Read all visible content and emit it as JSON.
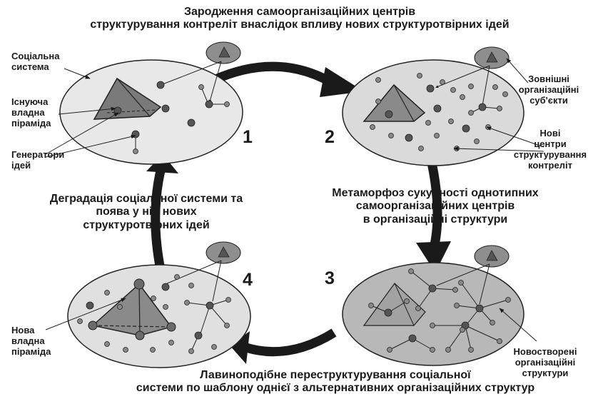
{
  "captions": {
    "top": "Зародження самоорганізаційних центрів\nструктурування контреліт  внаслідок впливу нових структуротвірних ідей",
    "right": "Метаморфоз сукупності однотипних\nсамоорганізаційних центрів\nв організаційні структури",
    "bottom": "Лавиноподібне переструктурування соціальної\nсистеми по шаблону  однієї з альтернативних організаційних структур",
    "left": "Деградація соціальної системи та\nпоява у ній нових\nструктуротвірних  ідей"
  },
  "labels": {
    "social_system": "Соціальна\nсистема",
    "existing_pyramid": "Існуюча\nвладна\nпіраміда",
    "idea_generators": "Генератори\nідей",
    "external_subjects": "Зовнішні\nорганізаційні\nсуб'єкти",
    "new_centers": "Нові\nцентри\nструктурування\nконтреліт",
    "new_structures": "Новостворені\nорганізаційні\nструктури",
    "new_pyramid": "Нова\nвладна\nпіраміда"
  },
  "stages": [
    "1",
    "2",
    "3",
    "4"
  ],
  "colors": {
    "ellipse_1": "#e8e8e8",
    "ellipse_2": "#dadada",
    "ellipse_3": "#b8b8b8",
    "ellipse_4": "#e0e0e0",
    "arrow": "#1a1a1a",
    "pyramid": "#7a7a7a"
  }
}
